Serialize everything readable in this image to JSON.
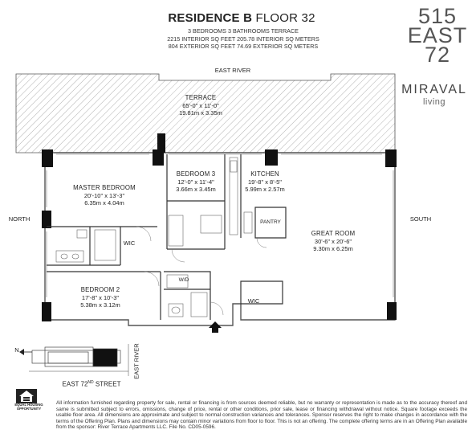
{
  "header": {
    "residence_title": "RESIDENCE B",
    "floor_label": "FLOOR 32",
    "spec_line1": "3 BEDROOMS   3 BATHROOMS   TERRACE",
    "spec_line2": "2215 INTERIOR SQ FEET   205.78 INTERIOR SQ METERS",
    "spec_line3": "804 EXTERIOR SQ FEET   74.69 EXTERIOR SQ METERS"
  },
  "building": {
    "line1": "515",
    "line2": "EAST",
    "line3": "72",
    "brand": "MIRAVAL",
    "brand_sub": "living"
  },
  "orientation": {
    "top": "EAST RIVER",
    "left": "NORTH",
    "right": "SOUTH"
  },
  "rooms": {
    "terrace": {
      "name": "TERRACE",
      "imperial": "65'-0\" x 11'-0\"",
      "metric": "19.81m x 3.35m"
    },
    "master": {
      "name": "MASTER BEDROOM",
      "imperial": "20'-10\" x 13'-3\"",
      "metric": "6.35m x 4.04m"
    },
    "bedroom3": {
      "name": "BEDROOM 3",
      "imperial": "12'-0\" x 11'-4\"",
      "metric": "3.66m x 3.45m"
    },
    "kitchen": {
      "name": "KITCHEN",
      "imperial": "19'-8\" x 8'-5\"",
      "metric": "5.99m x 2.57m"
    },
    "great_room": {
      "name": "GREAT ROOM",
      "imperial": "30'-6\" x 20'-6\"",
      "metric": "9.30m x 6.25m"
    },
    "bedroom2": {
      "name": "BEDROOM 2",
      "imperial": "17'-8\" x 10'-3\"",
      "metric": "5.38m x 3.12m"
    }
  },
  "small_labels": {
    "pantry": "PANTRY",
    "wic_master": "WIC",
    "wd": "W/D",
    "wic_hall": "WIC"
  },
  "keyplan": {
    "north": "N",
    "street": "EAST 72",
    "street_sup": "ND",
    "street_suffix": "STREET",
    "river": "EAST RIVER"
  },
  "footer": {
    "eho_line1": "EQUAL HOUSING",
    "eho_line2": "OPPORTUNITY",
    "disclaimer": "All information furnished regarding property for sale, rental or financing is from sources deemed reliable, but no warranty or representation is made as to the accuracy thereof and same is submitted subject to errors, omissions, change of price, rental or other conditions, prior sale, lease or financing withdrawal without notice. Square footage exceeds the usable floor area. All dimensions are approximate and subject to normal construction variances and tolerances. Sponsor reserves the right to make changes in accordance with the terms of the Offering Plan. Plans and dimensions may contain minor variations from floor to floor. This is not an offering. The complete offering terms are in an Offering Plan available from the sponsor: River Terrace Apartments LLC. File No. CD05-0596."
  },
  "colors": {
    "wall": "#111111",
    "line": "#555555",
    "hatch": "#9a9a9a"
  }
}
